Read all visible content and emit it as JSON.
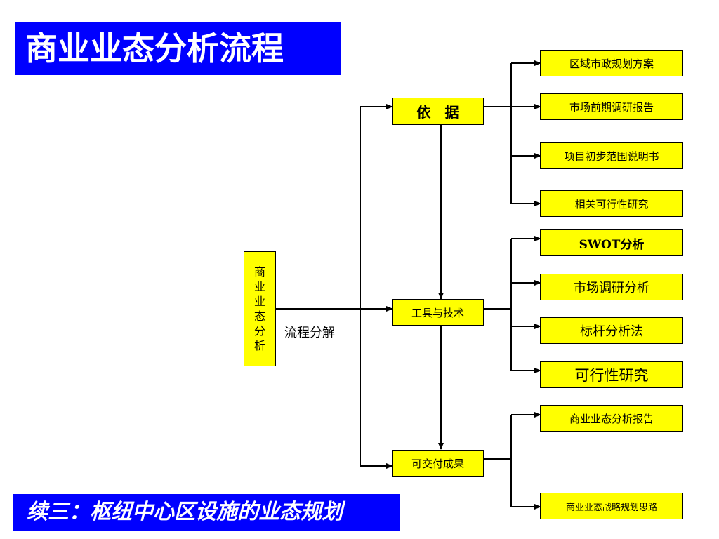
{
  "title": "商业业态分析流程",
  "footer": "续三：枢纽中心区设施的业态规划",
  "root": {
    "chars": [
      "商",
      "业",
      "业",
      "态",
      "分",
      "析"
    ],
    "edge_label": "流程分解"
  },
  "stages": [
    {
      "label": "依　据",
      "outputs": [
        "区域市政规划方案",
        "市场前期调研报告",
        "项目初步范围说明书",
        "相关可行性研究"
      ]
    },
    {
      "label": "工具与技术",
      "outputs": [
        "SWOT分析",
        "市场调研分析",
        "标杆分析法",
        "可行性研究"
      ]
    },
    {
      "label": "可交付成果",
      "outputs": [
        "商业业态分析报告",
        "商业业态战略规划思路"
      ]
    }
  ]
}
